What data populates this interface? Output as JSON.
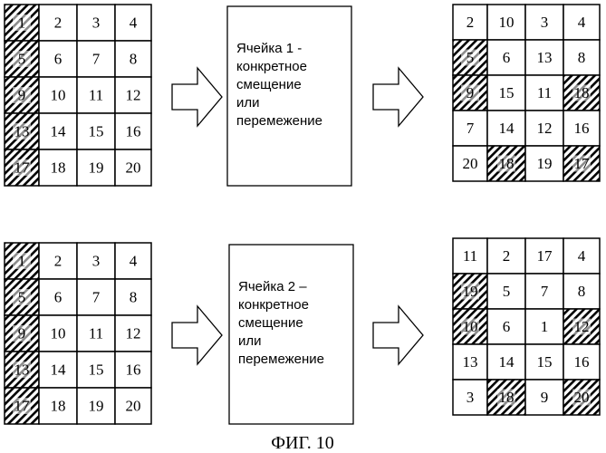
{
  "colors": {
    "ink": "#000000",
    "background": "#ffffff"
  },
  "rows": [
    {
      "input_grid": {
        "cells": [
          [
            1,
            2,
            3,
            4
          ],
          [
            5,
            6,
            7,
            8
          ],
          [
            9,
            10,
            11,
            12
          ],
          [
            13,
            14,
            15,
            16
          ],
          [
            17,
            18,
            19,
            20
          ]
        ],
        "hatched": [
          1,
          5,
          9,
          13,
          17
        ]
      },
      "box_lines": [
        "Ячейка 1 -",
        "конкретное",
        "смещение",
        "или",
        "перемежение"
      ],
      "output_grid": {
        "cells": [
          [
            2,
            10,
            3,
            4
          ],
          [
            5,
            6,
            13,
            8
          ],
          [
            9,
            15,
            11,
            18
          ],
          [
            7,
            14,
            12,
            16
          ],
          [
            20,
            18,
            19,
            17
          ]
        ],
        "hatched_positions": [
          [
            1,
            0
          ],
          [
            2,
            0
          ],
          [
            2,
            3
          ],
          [
            4,
            1
          ],
          [
            4,
            3
          ]
        ]
      }
    },
    {
      "input_grid": {
        "cells": [
          [
            1,
            2,
            3,
            4
          ],
          [
            5,
            6,
            7,
            8
          ],
          [
            9,
            10,
            11,
            12
          ],
          [
            13,
            14,
            15,
            16
          ],
          [
            17,
            18,
            19,
            20
          ]
        ],
        "hatched": [
          1,
          5,
          9,
          13,
          17
        ]
      },
      "box_lines": [
        "Ячейка 2 –",
        "конкретное",
        "смещение",
        "или",
        "перемежение"
      ],
      "output_grid": {
        "cells": [
          [
            11,
            2,
            17,
            4
          ],
          [
            19,
            5,
            7,
            8
          ],
          [
            10,
            6,
            1,
            12
          ],
          [
            13,
            14,
            15,
            16
          ],
          [
            3,
            18,
            9,
            20
          ]
        ],
        "hatched_positions": [
          [
            1,
            0
          ],
          [
            2,
            0
          ],
          [
            2,
            3
          ],
          [
            4,
            1
          ],
          [
            4,
            3
          ]
        ]
      }
    }
  ],
  "caption": "ФИГ. 10"
}
